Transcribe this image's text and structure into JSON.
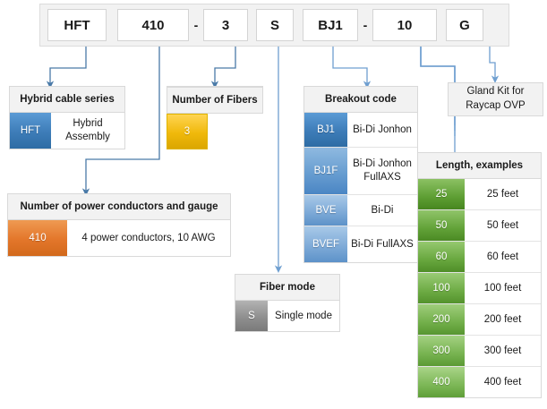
{
  "part_number": {
    "segments": [
      {
        "type": "box",
        "label": "HFT",
        "width": 66
      },
      {
        "type": "box",
        "label": "410",
        "width": 80
      },
      {
        "type": "sep",
        "label": "-"
      },
      {
        "type": "box",
        "label": "3",
        "width": 50
      },
      {
        "type": "box",
        "label": "S",
        "width": 42
      },
      {
        "type": "box",
        "label": "BJ1",
        "width": 62
      },
      {
        "type": "sep",
        "label": "-"
      },
      {
        "type": "box",
        "label": "10",
        "width": 72
      },
      {
        "type": "box",
        "label": "G",
        "width": 42
      }
    ]
  },
  "hybrid_cable_series": {
    "title": "Hybrid cable series",
    "rows": [
      {
        "code": "HFT",
        "desc": "Hybrid Assembly",
        "color": "c-blue"
      }
    ]
  },
  "power_conductors": {
    "title": "Number of power conductors and gauge",
    "rows": [
      {
        "code": "410",
        "desc": "4 power conductors, 10 AWG",
        "color": "c-orange"
      }
    ]
  },
  "number_of_fibers": {
    "title": "Number of Fibers",
    "rows": [
      {
        "code": "3",
        "desc": "",
        "color": "c-yellow"
      }
    ]
  },
  "fiber_mode": {
    "title": "Fiber mode",
    "rows": [
      {
        "code": "S",
        "desc": "Single mode",
        "color": "c-gray"
      }
    ]
  },
  "breakout_code": {
    "title": "Breakout code",
    "rows": [
      {
        "code": "BJ1",
        "desc": "Bi-Di Jonhon",
        "color": "c-blue"
      },
      {
        "code": "BJ1F",
        "desc": "Bi-Di Jonhon FullAXS",
        "color": "c-blue2"
      },
      {
        "code": "BVE",
        "desc": "Bi-Di",
        "color": "c-blue3"
      },
      {
        "code": "BVEF",
        "desc": "Bi-Di FullAXS",
        "color": "c-blue3"
      }
    ]
  },
  "length_examples": {
    "title": "Length, examples",
    "rows": [
      {
        "code": "25",
        "desc": "25 feet",
        "color": "c-green1"
      },
      {
        "code": "50",
        "desc": "50 feet",
        "color": "c-green2"
      },
      {
        "code": "60",
        "desc": "60 feet",
        "color": "c-green3"
      },
      {
        "code": "100",
        "desc": "100 feet",
        "color": "c-green4"
      },
      {
        "code": "200",
        "desc": "200 feet",
        "color": "c-green5"
      },
      {
        "code": "300",
        "desc": "300 feet",
        "color": "c-green6"
      },
      {
        "code": "400",
        "desc": "400 feet",
        "color": "c-green7"
      }
    ]
  },
  "gland_kit": {
    "text": "Gland Kit for Raycap OVP"
  },
  "colors": {
    "connector": "#5b8fc9",
    "connector_dark": "#4a7aa8",
    "strip_bg": "#f2f2f2",
    "header_bg": "#f2f2f2",
    "border": "#d9d9d9"
  }
}
